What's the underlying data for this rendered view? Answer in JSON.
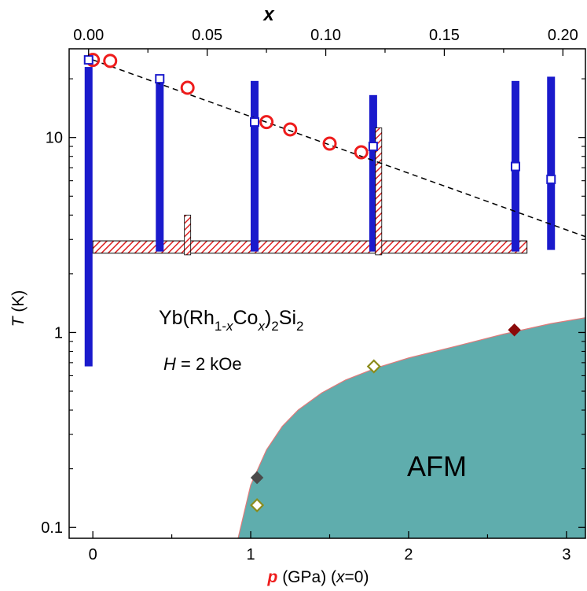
{
  "chart_data": {
    "type": "scatter",
    "x_bottom": {
      "label_var": "p",
      "label_rest": " (GPa)  (",
      "label_var2": "x",
      "label_end": "=0)",
      "range": [
        -0.15,
        3.12
      ],
      "ticks": [
        0,
        1,
        2,
        3
      ],
      "tick_labels": [
        "0",
        "1",
        "2",
        "3"
      ]
    },
    "x_top": {
      "label": "x",
      "range": [
        -0.0082,
        0.2095
      ],
      "ticks": [
        0.0,
        0.05,
        0.1,
        0.15,
        0.2
      ],
      "tick_labels": [
        "0.00",
        "0.05",
        "0.10",
        "0.15",
        "0.20"
      ]
    },
    "y_axis": {
      "label_var": "T",
      "label_rest": " (K)",
      "scale": "log",
      "range": [
        0.088,
        28.5
      ],
      "ticks": [
        0.1,
        1,
        10
      ],
      "tick_labels": [
        "0.1",
        "1",
        "10"
      ]
    },
    "afm_region": {
      "label": "AFM",
      "boundary": [
        [
          0.92,
          0.088
        ],
        [
          1.0,
          0.165
        ],
        [
          1.1,
          0.25
        ],
        [
          1.2,
          0.33
        ],
        [
          1.3,
          0.4
        ],
        [
          1.45,
          0.49
        ],
        [
          1.6,
          0.57
        ],
        [
          1.8,
          0.66
        ],
        [
          2.0,
          0.74
        ],
        [
          2.3,
          0.85
        ],
        [
          2.6,
          0.98
        ],
        [
          2.9,
          1.11
        ],
        [
          3.12,
          1.19
        ]
      ],
      "color": "#5fadad",
      "edge_color": "#e07a7a"
    },
    "series": [
      {
        "kind": "open-circle-pressure",
        "color": "#ee1c1c",
        "points": [
          [
            0.0,
            25.0
          ],
          [
            0.11,
            24.7
          ],
          [
            0.6,
            18.0
          ],
          [
            1.1,
            12.0
          ],
          [
            1.25,
            11.0
          ],
          [
            1.5,
            9.3
          ],
          [
            1.7,
            8.4
          ]
        ]
      },
      {
        "kind": "open-square-doping",
        "color": "#1a1acc",
        "points": [
          [
            0.0,
            25.0
          ],
          [
            0.03,
            20.0
          ],
          [
            0.07,
            12.0
          ],
          [
            0.12,
            9.0
          ],
          [
            0.18,
            7.1
          ],
          [
            0.195,
            6.1
          ]
        ]
      },
      {
        "kind": "filled-diamond-dark",
        "color": "#4a4a4a",
        "points": [
          [
            1.04,
            0.18
          ]
        ]
      },
      {
        "kind": "open-diamond-olive",
        "color": "#8c8c1c",
        "points": [
          [
            1.04,
            0.13
          ],
          [
            1.78,
            0.67
          ]
        ]
      },
      {
        "kind": "filled-diamond-darkred",
        "color": "#8b0a0a",
        "points": [
          [
            2.67,
            1.03
          ]
        ]
      }
    ],
    "dashed_line": {
      "p": [
        0.0,
        3.12
      ],
      "T": [
        25.0,
        3.1
      ]
    },
    "blue_bars": [
      {
        "x": 0.0,
        "t_low": 0.67,
        "t_high": 23.0
      },
      {
        "x": 0.03,
        "t_low": 2.6,
        "t_high": 20.5
      },
      {
        "x": 0.07,
        "t_low": 2.6,
        "t_high": 19.5
      },
      {
        "x": 0.12,
        "t_low": 2.6,
        "t_high": 16.5
      },
      {
        "x": 0.18,
        "t_low": 2.6,
        "t_high": 19.5
      },
      {
        "x": 0.195,
        "t_low": 2.65,
        "t_high": 20.5
      }
    ],
    "hatched_bars": {
      "horizontal": {
        "p_start": 0.0,
        "p_end": 2.75,
        "t_low": 2.55,
        "t_high": 2.95
      },
      "vertical": [
        {
          "p": 0.6,
          "t_low": 2.5,
          "t_high": 4.0
        },
        {
          "p": 1.81,
          "t_low": 2.5,
          "t_high": 11.2
        }
      ],
      "color": "#dd2222"
    },
    "formula": {
      "base": "Yb(Rh",
      "sub1": "1-",
      "sub1_var": "x",
      "mid": "Co",
      "sub2_var": "x",
      "mid2": ")",
      "sub3": "2",
      "end": "Si",
      "sub4": "2"
    },
    "field_label": {
      "var": "H",
      "rest": " = 2 kOe"
    }
  }
}
